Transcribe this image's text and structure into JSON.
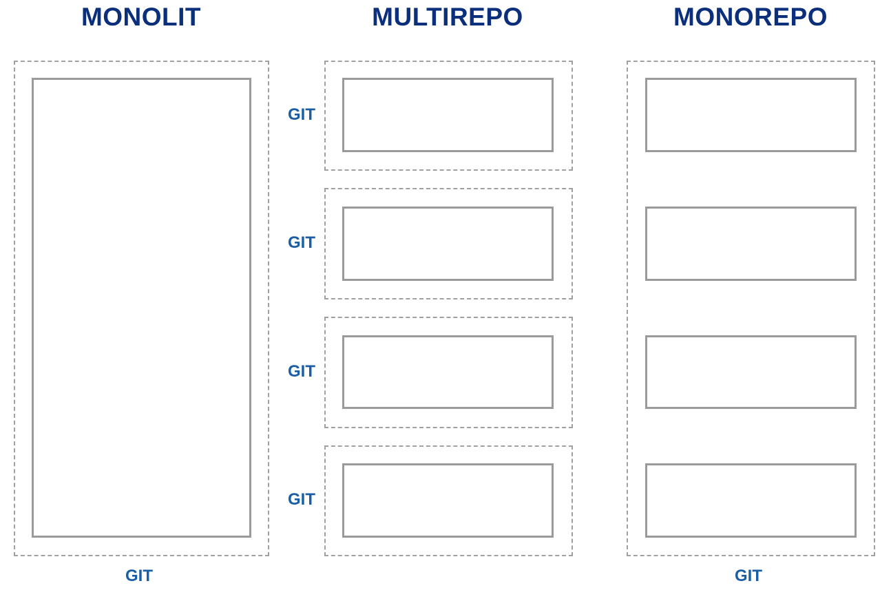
{
  "columns": {
    "monolit": {
      "title": "MONOLIT",
      "git_label": "GIT"
    },
    "multirepo": {
      "title": "MULTIREPO",
      "git_labels": [
        "GIT",
        "GIT",
        "GIT",
        "GIT"
      ]
    },
    "monorepo": {
      "title": "MONOREPO",
      "git_label": "GIT"
    }
  },
  "colors": {
    "title": "#0b2f7a",
    "git_label": "#1a5fa6",
    "box_border": "#9a9a9a",
    "dashed_border": "#a0a0a0"
  }
}
